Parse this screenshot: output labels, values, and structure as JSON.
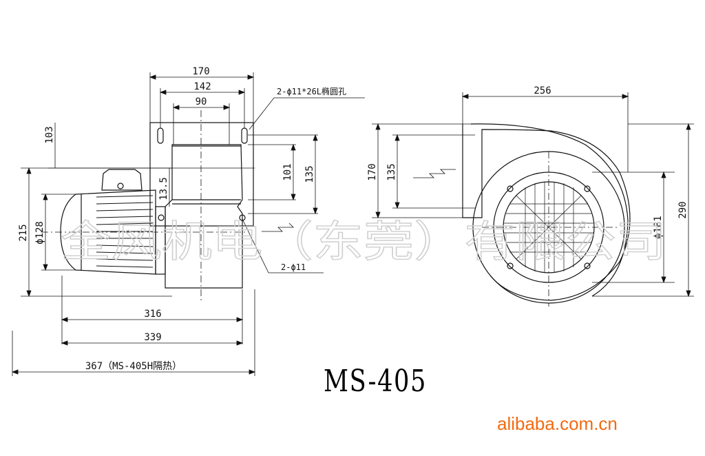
{
  "drawing": {
    "model": "MS-405",
    "watermark": "全风机电（东莞）有限公司",
    "brand": "alibaba.com.cn"
  },
  "dimensions": {
    "d170_top": "170",
    "d142": "142",
    "d90": "90",
    "d103": "103",
    "d13_5": "13.5",
    "d101": "101",
    "d135_left": "135",
    "d215": "215",
    "phi128": "ϕ128",
    "d316": "316",
    "d339": "339",
    "d367_note": "367（MS-405H隔热）",
    "d256": "256",
    "d170_right": "170",
    "d135_right": "135",
    "phi181": "ϕ181",
    "d290": "290"
  },
  "notes": {
    "slot_holes": "2-ϕ11*26L椭圆孔",
    "mount_holes": "2-ϕ11"
  },
  "colors": {
    "line": "#111111",
    "watermark": "#cfcfcf",
    "brand": "#f26a10"
  }
}
